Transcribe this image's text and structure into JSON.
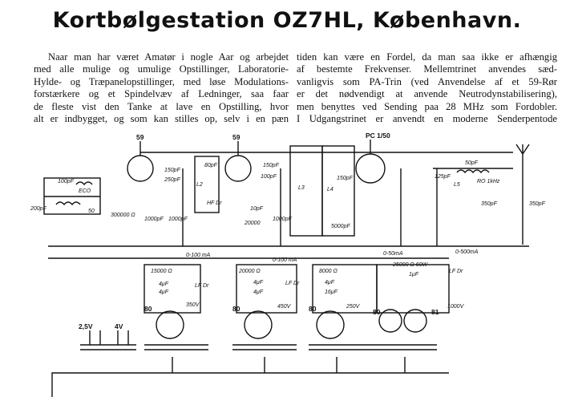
{
  "title": "Kortbølgestation OZ7HL, København.",
  "left_column": [
    "Naar man har været Amatør i nogle Aar og arbejdet",
    "med alle mulige og umulige Opstillinger, Laboratorie-",
    "Hylde- og Træpanelopstillinger, med løse Modulations-",
    "forstærkere og et Spindelvæv af Ledninger, saa faar",
    "de fleste vist den Tanke at lave en Opstilling, hvor",
    "alt er indbygget, og som kan stilles op, selv i en pæn"
  ],
  "right_column": [
    "tiden kan være en Fordel, da man saa ikke er afhængig",
    "af bestemte Frekvenser.  Mellemtrinet anvendes sæd-",
    "vanligvis som PA-Trin (ved Anvendelse af et 59-Rør",
    "er det nødvendigt at anvende Neutrodynstabilisering),",
    "men benyttes ved Sending paa 28 MHz som Fordobler.",
    "I Udgangstrinet er anvendt en moderne Senderpentode"
  ],
  "schematic": {
    "tube_labels": [
      "59",
      "59",
      "PC 1/50"
    ],
    "rectifier_labels": [
      "80",
      "80",
      "80",
      "80",
      "81"
    ],
    "heater_labels": [
      "2,5V",
      "4V"
    ],
    "component_labels": [
      "100pF",
      "200pF",
      "ECO",
      "50",
      "300000 Ω",
      "1000pF",
      "150pF",
      "250pF",
      "L2",
      "80pF",
      "HF Dr",
      "1000pF",
      "10pF",
      "20000",
      "150pF",
      "L3",
      "100pF",
      "150pF",
      "L4",
      "5000pF",
      "1000pF",
      "125pF",
      "L5",
      "50pF",
      "RO 1kHz",
      "350pF",
      "350pF",
      "15000 Ω",
      "4μF",
      "4μF",
      "LF Dr",
      "350V",
      "20000 Ω",
      "4μF",
      "4μF",
      "LF Dr",
      "450V",
      "8000 Ω",
      "4μF",
      "16μF",
      "250V",
      "25000 Ω 60W",
      "1μF",
      "LF Dr",
      "1000V",
      "0-100 mA",
      "0-100 mA",
      "0-50mA",
      "0-500mA"
    ]
  }
}
